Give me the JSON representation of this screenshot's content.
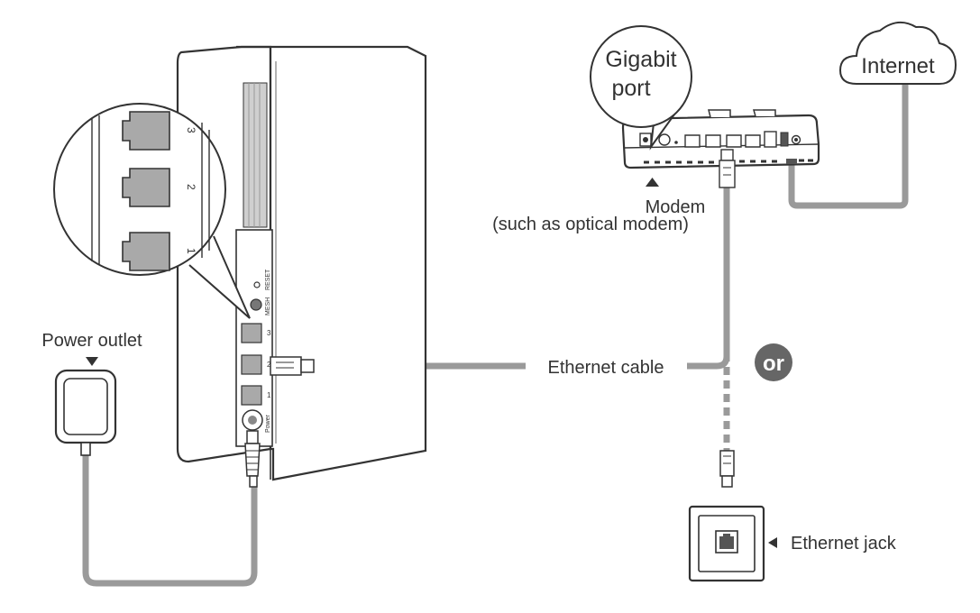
{
  "labels": {
    "gigabit_port_line1": "Gigabit",
    "gigabit_port_line2": "port",
    "internet": "Internet",
    "modem": "Modem",
    "modem_note": "(such as optical modem)",
    "power_outlet": "Power outlet",
    "ethernet_cable": "Ethernet cable",
    "or": "or",
    "ethernet_jack": "Ethernet jack",
    "magnified_ports": [
      "3",
      "2",
      "1"
    ],
    "rear_ports": [
      "3",
      "2",
      "1"
    ],
    "mesh_button": "MESH",
    "reset_button": "RESET",
    "power_port": "Power"
  },
  "colors": {
    "outline": "#333333",
    "cable": "#9a9a9a",
    "port_fill": "#a9a9a9",
    "or_badge": "#666666",
    "background": "#ffffff"
  }
}
